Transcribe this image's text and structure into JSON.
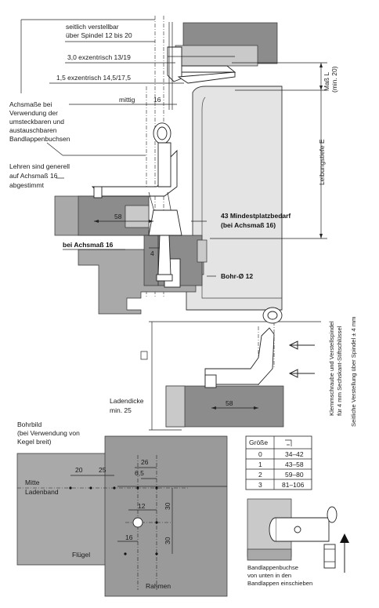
{
  "top_dims": {
    "adjust_line1": "seitlich verstellbar",
    "adjust_line2": "über Spindel 12 bis 20",
    "exz30": "3,0 exzentrisch 13/19",
    "exz15": "1,5 exzentrisch 14,5/17,5",
    "mittig": "mittig",
    "mittig_val": "16"
  },
  "side_labels": {
    "massL_1": "Maß L",
    "massL_2": "(min. 20)",
    "leibungstiefe": "Leibungstiefe E"
  },
  "left_notes": {
    "achsmasse": [
      "Achsmaße bei",
      "Verwendung der",
      "umsteckbaren und",
      "austauschbaren",
      "Bandlappenbuchsen"
    ],
    "lehren": [
      "Lehren sind generell",
      "auf Achsmaß 16",
      "abgestimmt"
    ]
  },
  "main_dims": {
    "d58": "58",
    "d4": "4",
    "platz1": "43 Mindestplatzbedarf",
    "platz2": "(bei Achsmaß 16)",
    "bei16": "bei Achsmaß 16",
    "bohr12": "Bohr-Ø 12"
  },
  "lower_assembly": {
    "d58": "58",
    "ladendicke1": "Ladendicke",
    "ladendicke2": "min. 25",
    "klemm1": "Klemmschraube und Verstellspindel",
    "klemm2": "für 4 mm Sechskant-Stiftschlüssel",
    "seitlich": "Seitliche Verstellung über Spindel ± 4 mm"
  },
  "bohrbild": {
    "title1": "Bohrbild",
    "title2": "(bei Verwendung von",
    "title3": "Kegel breit)",
    "d20": "20",
    "d25": "25",
    "d26": "26",
    "d65": "6,5",
    "d12": "12",
    "d16": "16",
    "d30a": "30",
    "d30b": "30",
    "mitte1": "Mitte",
    "mitte2": "Ladenband",
    "fluegel": "Flügel",
    "rahmen": "Rahmen"
  },
  "size_table": {
    "header": "Größe",
    "rows": [
      [
        "0",
        "34–42"
      ],
      [
        "1",
        "43–58"
      ],
      [
        "2",
        "59–80"
      ],
      [
        "3",
        "81–106"
      ]
    ]
  },
  "bushing": {
    "cap1": "Bandlappenbuchse",
    "cap2": "von unten in den",
    "cap3": "Bandlappen einschieben"
  }
}
